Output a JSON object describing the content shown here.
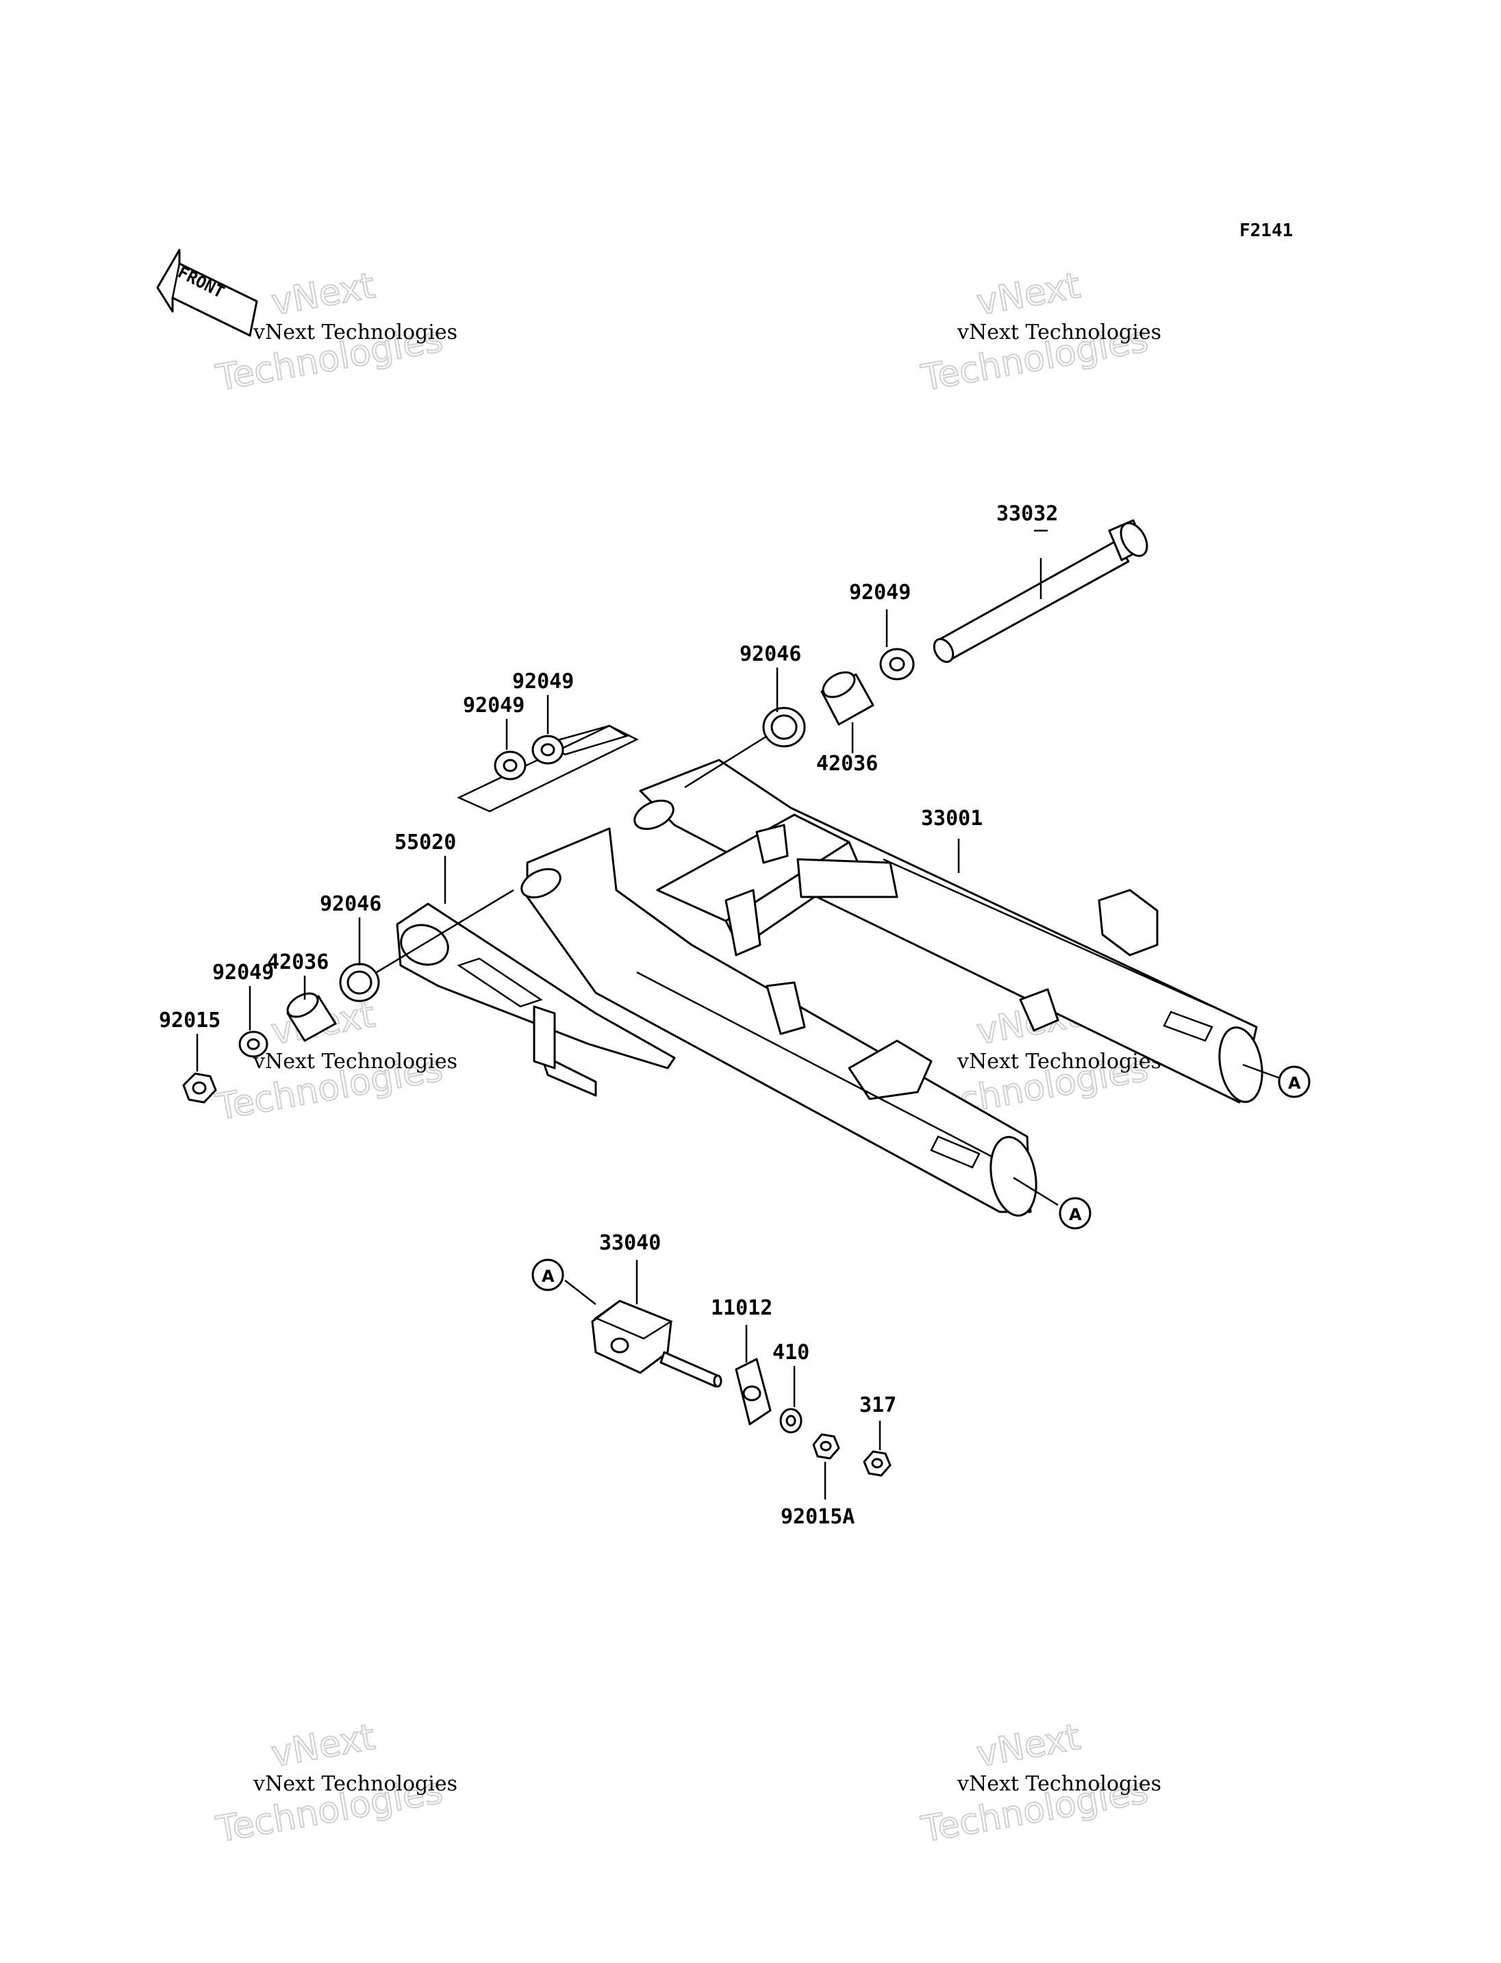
{
  "figure_ref": "F2141",
  "front_label": "FRONT",
  "watermark": {
    "line1": "vNext Technologies",
    "big_line1": "vNext",
    "big_line2": "Technologies"
  },
  "callout_marker": "A",
  "part_labels": {
    "p33032": "33032",
    "p92049_axle": "92049",
    "p92046_right": "92046",
    "p42036_right": "42036",
    "p92049_top_a": "92049",
    "p92049_top_b": "92049",
    "p33001": "33001",
    "p55020": "55020",
    "p92046_left": "92046",
    "p42036_left": "42036",
    "p92049_left": "92049",
    "p92015": "92015",
    "p33040": "33040",
    "p11012": "11012",
    "p410": "410",
    "p317": "317",
    "p92015A": "92015A"
  }
}
